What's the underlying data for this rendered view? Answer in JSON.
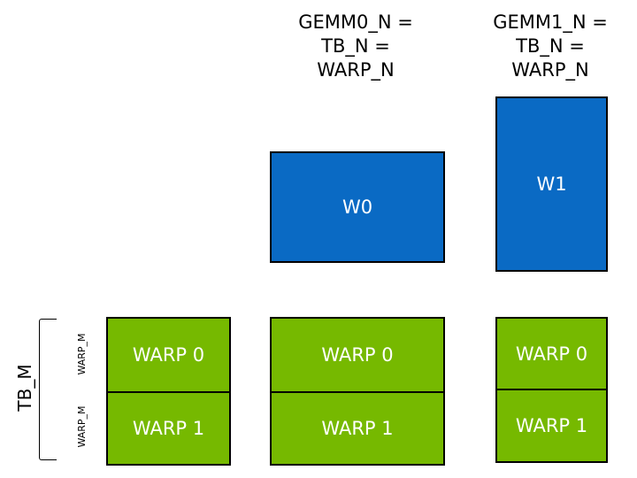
{
  "headers": {
    "gemm0": [
      "GEMM0_N =",
      "TB_N =",
      "WARP_N"
    ],
    "gemm1": [
      "GEMM1_N =",
      "TB_N =",
      "WARP_N"
    ]
  },
  "tiles": {
    "w0": "W0",
    "w1": "W1"
  },
  "warps": {
    "warp0": "WARP 0",
    "warp1": "WARP 1"
  },
  "side_labels": {
    "tb_m": "TB_M",
    "warp_m": "WARP_M"
  },
  "colors": {
    "blue": "#0a6ac4",
    "green": "#76b900"
  }
}
